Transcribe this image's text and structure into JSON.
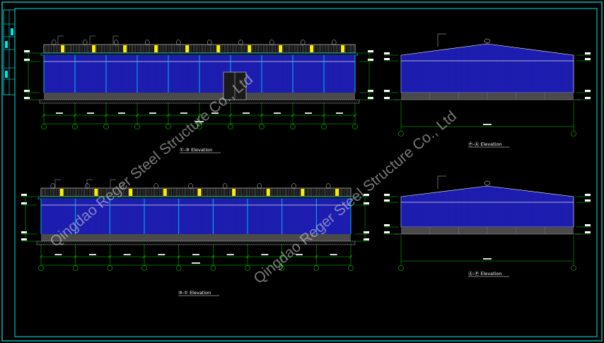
{
  "watermark": "Qingdao Reger Steel Structure Co., Ltd",
  "drawings": [
    {
      "key": "front-elevation-upper",
      "title": "①-⑩ Elevation",
      "bays": 10
    },
    {
      "key": "front-elevation-lower",
      "title": "⑩-① Elevation",
      "bays": 9
    },
    {
      "key": "gable-elevation-upper",
      "title": "Ⓟ-Ⓐ Elevation"
    },
    {
      "key": "gable-elevation-lower",
      "title": "Ⓐ-Ⓟ Elevation"
    }
  ],
  "colors": {
    "frame": "#00e5e5",
    "cladding": "#1a1aa8",
    "grid": "#00d000",
    "parapet": "#e0e0e0",
    "wainscot": "#4a4a4a",
    "skylight": "#ffee00",
    "door": "#1a1a1a",
    "column": "#00c8ff"
  }
}
